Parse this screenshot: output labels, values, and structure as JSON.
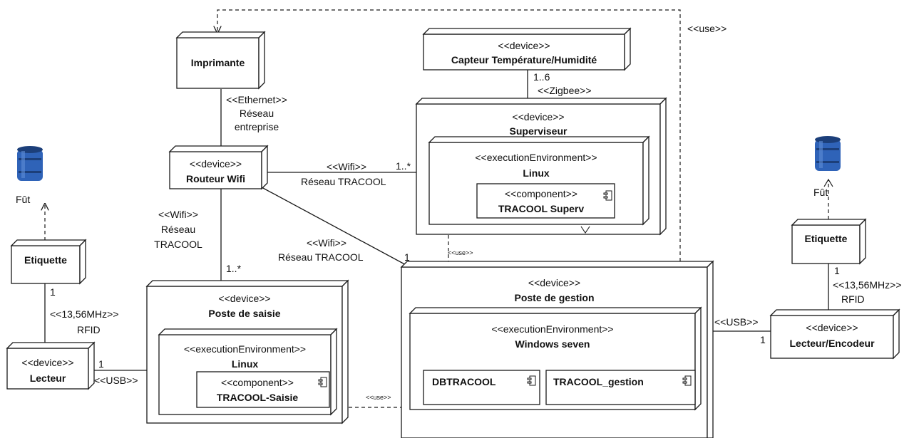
{
  "nodes": {
    "imprimante": {
      "name": "Imprimante"
    },
    "capteur": {
      "stereotype": "<<device>>",
      "name": "Capteur Température/Humidité"
    },
    "superviseur": {
      "stereotype": "<<device>>",
      "name": "Superviseur",
      "env": {
        "stereotype": "<<executionEnvironment>>",
        "name": "Linux"
      },
      "component": {
        "stereotype": "<<component>>",
        "name": "TRACOOL Superv"
      }
    },
    "routeur": {
      "stereotype": "<<device>>",
      "name": "Routeur Wifi"
    },
    "poste_saisie": {
      "stereotype": "<<device>>",
      "name": "Poste de saisie",
      "env": {
        "stereotype": "<<executionEnvironment>>",
        "name": "Linux"
      },
      "component": {
        "stereotype": "<<component>>",
        "name": "TRACOOL-Saisie"
      }
    },
    "poste_gestion": {
      "stereotype": "<<device>>",
      "name": "Poste de gestion",
      "env": {
        "stereotype": "<<executionEnvironment>>",
        "name": "Windows seven"
      },
      "db": {
        "name": "DBTRACOOL"
      },
      "gestion": {
        "name": "TRACOOL_gestion"
      }
    },
    "etiquette_left": {
      "name": "Etiquette"
    },
    "lecteur": {
      "stereotype": "<<device>>",
      "name": "Lecteur"
    },
    "etiquette_right": {
      "name": "Etiquette"
    },
    "lecteur_encodeur": {
      "stereotype": "<<device>>",
      "name": "Lecteur/Encodeur"
    },
    "fut_left": {
      "name": "Fût"
    },
    "fut_right": {
      "name": "Fût"
    }
  },
  "links": {
    "use_top": "<<use>>",
    "use_db": "<<use>>",
    "use_saisie": "<<use>>",
    "ethernet": {
      "protocol": "<<Ethernet>>",
      "line1": "Réseau",
      "line2": "entreprise"
    },
    "zigbee": {
      "multiplicity": "1..6",
      "protocol": "<<Zigbee>>"
    },
    "wifi_superviseur": {
      "protocol": "<<Wifi>>",
      "network": "Réseau TRACOOL",
      "multiplicity": "1..*"
    },
    "wifi_saisie": {
      "protocol": "<<Wifi>>",
      "line1": "Réseau",
      "line2": "TRACOOL",
      "multiplicity": "1..*"
    },
    "wifi_gestion": {
      "protocol": "<<Wifi>>",
      "network": "Réseau TRACOOL",
      "multiplicity": "1"
    },
    "rfid_left": {
      "multiplicity": "1",
      "protocol": "<<13,56MHz>>",
      "name": "RFID"
    },
    "usb_left": {
      "multiplicity": "1",
      "protocol": "<<USB>>"
    },
    "rfid_right": {
      "multiplicity": "1",
      "protocol": "<<13,56MHz>>",
      "name": "RFID"
    },
    "usb_right": {
      "multiplicity": "1",
      "protocol": "<<USB>>"
    }
  },
  "colors": {
    "line": "#1a1a1a",
    "node_fill": "#ffffff",
    "barrel": "#2f63b8",
    "barrel_dark": "#1c3f7a"
  }
}
